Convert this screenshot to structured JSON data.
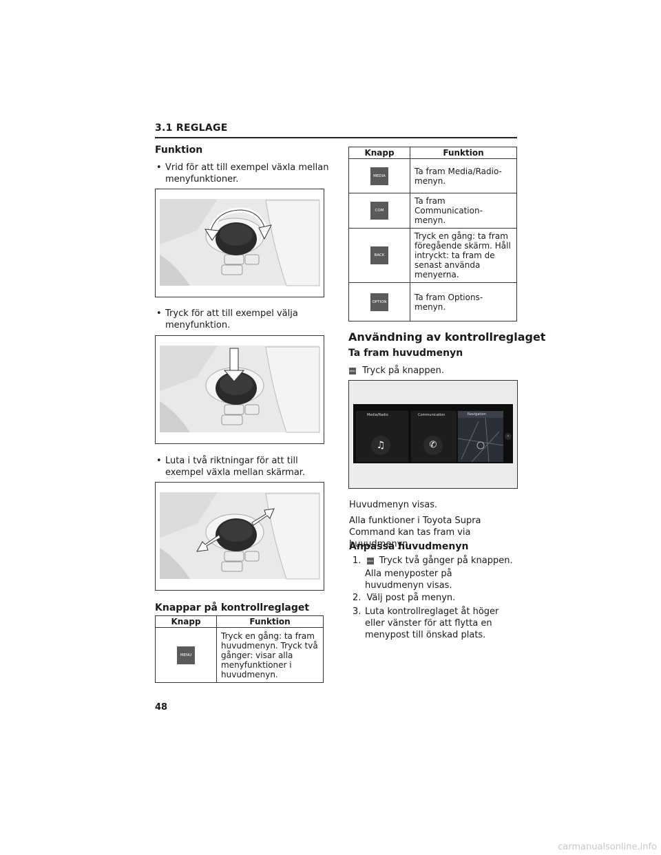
{
  "header": {
    "section": "3.1  REGLAGE"
  },
  "left": {
    "funktion_heading": "Funktion",
    "bullets": [
      "Vrid för att till exempel växla mellan menyfunktioner.",
      "Tryck för att till exempel välja menyfunktion.",
      "Luta i två riktningar för att till exempel växla mellan skärmar."
    ],
    "buttons_heading": "Knappar på kontrollreglaget",
    "table": {
      "col_key": "Knapp",
      "col_func": "Funktion",
      "rows": [
        {
          "key": "MENU",
          "func": "Tryck en gång: ta fram huvudmenyn. Tryck två gånger: visar alla menyfunktioner i huvudmenyn."
        }
      ]
    }
  },
  "right": {
    "table": {
      "col_key": "Knapp",
      "col_func": "Funktion",
      "rows": [
        {
          "key": "MEDIA",
          "func": "Ta fram Media/Radio-menyn."
        },
        {
          "key": "COM",
          "func": "Ta fram Communication-menyn."
        },
        {
          "key": "BACK",
          "func": "Tryck en gång: ta fram föregående skärm. Håll intryckt: ta fram de senast använda menyerna."
        },
        {
          "key": "OPTION",
          "func": "Ta fram Options-menyn."
        }
      ]
    },
    "usage_heading": "Användning av kontrollreglaget",
    "mainmenu_heading": "Ta fram huvudmenyn",
    "mainmenu_key": "MENU",
    "mainmenu_text": "Tryck på knappen.",
    "screen": {
      "tiles": [
        "Media/Radio",
        "Communication",
        "Navigation"
      ]
    },
    "after_screen_1": "Huvudmenyn visas.",
    "after_screen_2": "Alla funktioner i Toyota Supra Command kan tas fram via huvudmenyn.",
    "customize_heading": "Anpassa huvudmenyn",
    "steps": [
      {
        "num": "1.",
        "key": "MENU",
        "text": "Tryck två gånger på knappen.",
        "sub": "Alla menyposter på huvudmenyn visas."
      },
      {
        "num": "2.",
        "text": "Välj post på menyn."
      },
      {
        "num": "3.",
        "text": "Luta kontrollreglaget åt höger eller vänster för att flytta en menypost till önskad plats."
      }
    ]
  },
  "footer": {
    "page": "48",
    "watermark": "carmanualsonline.info"
  }
}
